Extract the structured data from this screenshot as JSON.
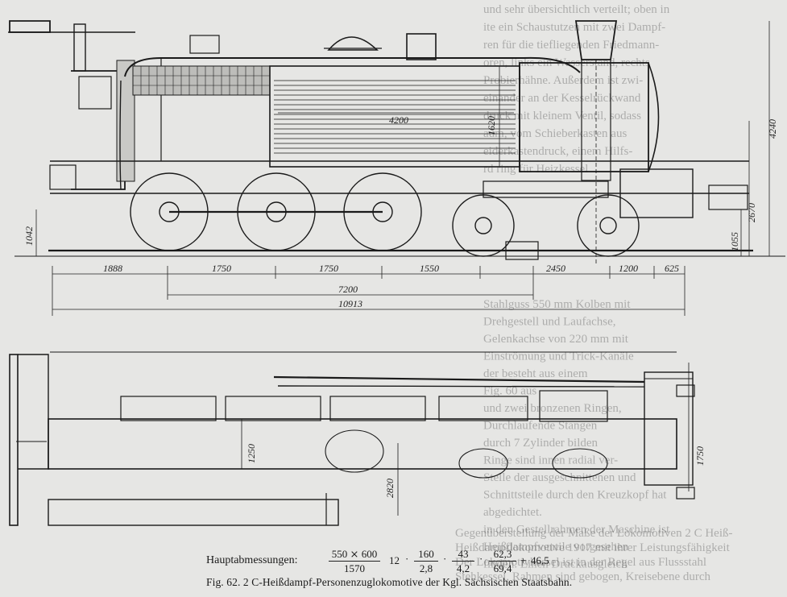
{
  "figure": {
    "caption": "Fig. 62.   2 C-Heißdampf-Personenzuglokomotive der Kgl. Sächsischen Staatsbahn.",
    "main_dimensions_label": "Hauptabmessungen:",
    "main_dimensions": {
      "cylinder": {
        "num": "550 ⨯ 600",
        "den": "1570"
      },
      "pressure": "12",
      "grate": {
        "num": "160",
        "den": "2,8"
      },
      "heating_a": {
        "num": "43",
        "den": "4,2"
      },
      "heating_b": {
        "num": "62,3",
        "den": "69,4"
      },
      "weight": "46,5",
      "sep": "·",
      "plus": "+"
    }
  },
  "dimensions": {
    "side_view": {
      "total_height": "4240",
      "boiler_axis_height": "2670",
      "front_buffer_height": "1055",
      "rear_buffer_height": "1042",
      "tube_length": "4200",
      "boiler_diameter": "1620"
    },
    "wheelbase": {
      "segments": [
        "1888",
        "1750",
        "1750",
        "1550",
        "2450",
        "1200",
        "625"
      ],
      "coupled_base": "7200",
      "overall_length": "10913"
    },
    "plan_view": {
      "width_upper": "1250",
      "width_right": "1750",
      "width_lower": "2820"
    }
  },
  "background_text": {
    "right_column_top": [
      "und sehr übersichtlich verteilt; oben in",
      "ite ein Schaustutzen mit zwei Dampf-",
      "ren für die tiefliegenden Friedmann-",
      "oren, links ein Wasserstand, rechts",
      "Probierhähne. Außerdem ist zwi-",
      "einander an der Kesselrückwand",
      "druck mit kleinem Ventil, sodass",
      "aum, vom Schieberkasten aus",
      "eiderkastendruck, einem Hilfs-",
      "rd ring für Heizkessel"
    ],
    "right_column_mid": [
      "Stahlguss 550 mm Kolben mit",
      "Drehgestell und Laufachse,",
      "Gelenkachse von 220 mm mit",
      "Einströmung und Trick-Kanäle",
      "der besteht aus einem",
      "Fig. 60 aus",
      "und zwei bronzenen Ringen,",
      "Durchlaufende Stangen",
      "durch 7 Zylinder bilden",
      "Ringe sind innen radial ver-",
      "Stelle der ausgeschnittenen und",
      "Schnittsteile durch den Kreuzkopf hat",
      "abgedichtet.",
      "in den Gestellrahmen der Maschine ist",
      "Heißdampfventile vorgesehen",
      "finden. Einen Druckausgleich"
    ],
    "bottom_left": [
      "Gegenüberstellung der Maße der Lokomotiven 2 C Heiß-",
      "Heißdampflokomotive 1917 mit ihrer Leistungsfähigkeit",
      "Der Lokomotivkessel ist in der Regel aus Flussstahl",
      "Stehkessel, Rahmen sind gebogen, Kreisebene durch"
    ]
  }
}
